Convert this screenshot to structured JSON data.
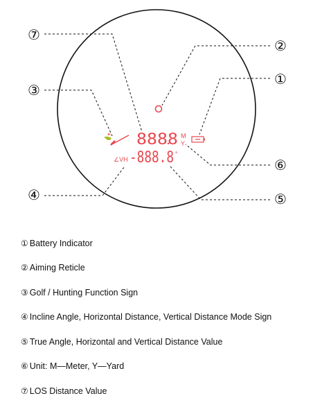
{
  "callouts": [
    "⑦",
    "②",
    "③",
    "①",
    "⑥",
    "④",
    "⑤"
  ],
  "display": {
    "los_value": "8888",
    "unit_top": "M",
    "unit_bottom": "Y",
    "angle_value": "-888.8",
    "degree": "°",
    "mode_sign": "∠VH",
    "golf_sign": "⛳"
  },
  "colors": {
    "display_red": "#e8474f",
    "ink": "#111111"
  },
  "icons": {
    "battery": "battery-icon",
    "reticle": "aiming-reticle-icon",
    "rifle": "rifle-icon"
  },
  "legend": [
    {
      "num": "①",
      "text": "Battery Indicator"
    },
    {
      "num": "②",
      "text": "Aiming Reticle"
    },
    {
      "num": "③",
      "text": "Golf / Hunting Function Sign"
    },
    {
      "num": "④",
      "text": "Incline Angle, Horizontal Distance, Vertical Distance Mode Sign"
    },
    {
      "num": "⑤",
      "text": "True Angle, Horizontal and Vertical Distance Value"
    },
    {
      "num": "⑥",
      "text": "Unit: M—Meter, Y—Yard"
    },
    {
      "num": "⑦",
      "text": "LOS Distance Value"
    }
  ]
}
